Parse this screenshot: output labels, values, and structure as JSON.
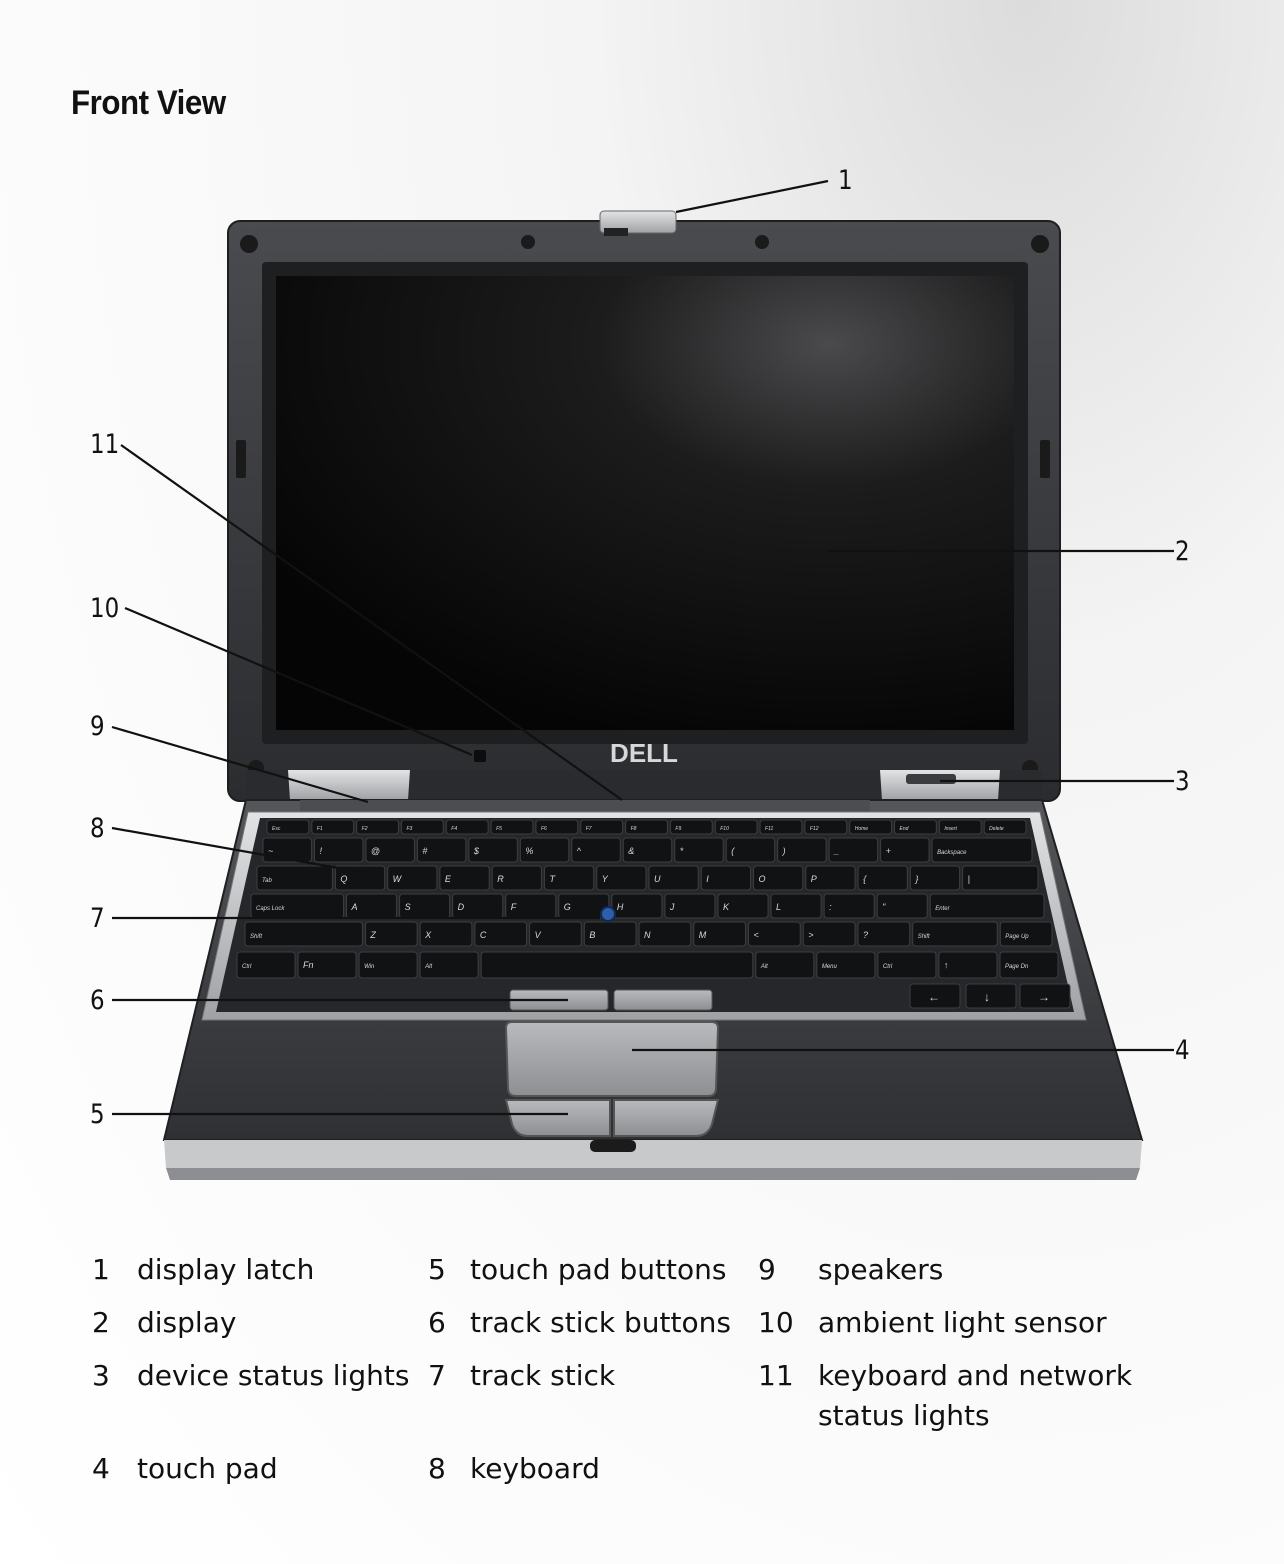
{
  "title": "Front View",
  "brand_logo": "DELL",
  "callouts": [
    "1",
    "2",
    "3",
    "4",
    "5",
    "6",
    "7",
    "8",
    "9",
    "10",
    "11"
  ],
  "legend": [
    {
      "num": "1",
      "text": "display latch"
    },
    {
      "num": "2",
      "text": "display"
    },
    {
      "num": "3",
      "text": "device status lights"
    },
    {
      "num": "4",
      "text": "touch pad"
    },
    {
      "num": "5",
      "text": "touch pad buttons"
    },
    {
      "num": "6",
      "text": "track stick buttons"
    },
    {
      "num": "7",
      "text": "track stick"
    },
    {
      "num": "8",
      "text": "keyboard"
    },
    {
      "num": "9",
      "text": "speakers"
    },
    {
      "num": "10",
      "text": "ambient light sensor"
    },
    {
      "num": "11",
      "text": "keyboard and network status lights"
    }
  ],
  "keyboard_rows": [
    [
      "Esc",
      "F1",
      "F2",
      "F3",
      "F4",
      "F5",
      "F6",
      "F7",
      "F8",
      "F9",
      "F10",
      "F11",
      "F12",
      "Home",
      "End",
      "Insert",
      "Delete"
    ],
    [
      "~",
      "!",
      "@",
      "#",
      "$",
      "%",
      "^",
      "&",
      "*",
      "(",
      ")",
      "_",
      "+",
      "Backspace"
    ],
    [
      "Tab",
      "Q",
      "W",
      "E",
      "R",
      "T",
      "Y",
      "U",
      "I",
      "O",
      "P",
      "{",
      "}",
      "|"
    ],
    [
      "Caps Lock",
      "A",
      "S",
      "D",
      "F",
      "G",
      "H",
      "J",
      "K",
      "L",
      ":",
      "\"",
      "Enter"
    ],
    [
      "Shift",
      "Z",
      "X",
      "C",
      "V",
      "B",
      "N",
      "M",
      "<",
      ">",
      "?",
      "Shift",
      "Page Up"
    ],
    [
      "Ctrl",
      "Fn",
      "Win",
      "Alt",
      "",
      "Alt",
      "Menu",
      "Ctrl",
      "↑",
      "Page Dn"
    ],
    [
      "←",
      "↓",
      "→"
    ]
  ],
  "colors": {
    "body": "#3a3b3e",
    "bezel": "#2e2f32",
    "screen": "#0c0c0d",
    "silver": "#b9bbbe",
    "trackstick": "#2d5fa8"
  }
}
